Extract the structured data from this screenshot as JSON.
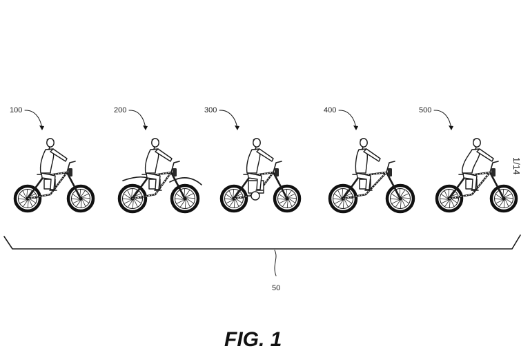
{
  "figure": {
    "title": "FIG. 1",
    "sheet_number": "1/14",
    "group_reference": "50",
    "vehicles": [
      {
        "reference": "100",
        "variant": "step-through"
      },
      {
        "reference": "200",
        "variant": "dirt"
      },
      {
        "reference": "300",
        "variant": "cruiser"
      },
      {
        "reference": "400",
        "variant": "upright"
      },
      {
        "reference": "500",
        "variant": "sport"
      }
    ]
  }
}
